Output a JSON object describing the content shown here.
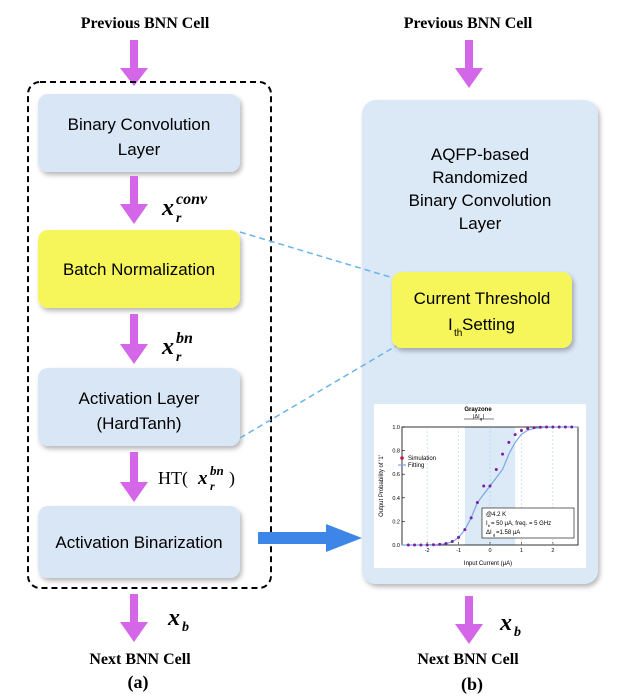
{
  "left_panel": {
    "top_label": "Previous BNN Cell",
    "bottom_label": "Next BNN Cell",
    "caption": "(a)",
    "boxes": {
      "conv": [
        "Binary Convolution",
        "Layer"
      ],
      "bn": [
        "Batch Normalization"
      ],
      "act": [
        "Activation Layer",
        "(HardTanh)"
      ],
      "bin": [
        "Activation Binarization"
      ]
    },
    "math": {
      "x_conv_base": "x",
      "x_conv_sup": "conv",
      "x_conv_sub": "r",
      "x_bn_base": "x",
      "x_bn_sup": "bn",
      "x_bn_sub": "r",
      "ht_prefix": "HT(",
      "ht_base": "x",
      "ht_sup": "bn",
      "ht_sub": "r",
      "ht_suffix": ")",
      "xb_base": "x",
      "xb_sub": "b"
    }
  },
  "right_panel": {
    "top_label": "Previous BNN Cell",
    "bottom_label": "Next BNN Cell",
    "caption": "(b)",
    "title_lines": [
      "AQFP-based",
      "Randomized",
      "Binary Convolution",
      "Layer"
    ],
    "threshold_box": {
      "line1": "Current Threshold",
      "line2_prefix": "I",
      "line2_sub": "th",
      "line2_suffix": " Setting"
    },
    "math": {
      "xb_base": "x",
      "xb_sub": "b"
    }
  },
  "inset_plot": {
    "grayzone_label": "Grayzone",
    "grayzone_sub": "|ΔI",
    "grayzone_sub2": "g",
    "grayzone_sub3": "|",
    "xlabel": "Input Current (μA)",
    "ylabel": "Output Probability of '1'",
    "legend": [
      "Simulation",
      "Fitting"
    ],
    "annotation": [
      "@4.2 K",
      "I",
      "= 50 μA, freq. = 5 GHz",
      "ΔI",
      "=1.58 μA"
    ],
    "annotation_subs": [
      "b",
      "g"
    ],
    "chart_data": {
      "type": "scatter",
      "x_ticks": [
        -2,
        -1,
        0,
        1,
        2
      ],
      "y_ticks": [
        0.0,
        0.2,
        0.4,
        0.6,
        0.8,
        1.0
      ],
      "y_tick_labels": [
        "0.0",
        "0.2",
        "0.4",
        "0.6",
        "0.8",
        "1.0"
      ],
      "xlim": [
        -2.8,
        2.8
      ],
      "ylim": [
        0,
        1.0
      ],
      "series": [
        {
          "name": "Simulation",
          "x": [
            -2.6,
            -2.4,
            -2.2,
            -2.0,
            -1.8,
            -1.6,
            -1.4,
            -1.2,
            -1.0,
            -0.8,
            -0.6,
            -0.4,
            -0.2,
            0.0,
            0.2,
            0.4,
            0.6,
            0.8,
            1.0,
            1.2,
            1.4,
            1.6,
            1.8,
            2.0,
            2.2,
            2.4,
            2.6
          ],
          "y": [
            0.0,
            0.0,
            0.0,
            0.0,
            0.002,
            0.005,
            0.013,
            0.03,
            0.065,
            0.13,
            0.23,
            0.36,
            0.5,
            0.5,
            0.64,
            0.77,
            0.87,
            0.935,
            0.97,
            0.987,
            0.995,
            0.998,
            1.0,
            1.0,
            1.0,
            1.0,
            1.0
          ]
        },
        {
          "name": "Fitting",
          "x": [
            -2.8,
            -2.4,
            -2.0,
            -1.6,
            -1.4,
            -1.2,
            -1.0,
            -0.8,
            -0.6,
            -0.4,
            -0.2,
            0.0,
            0.2,
            0.4,
            0.6,
            0.8,
            1.0,
            1.2,
            1.4,
            1.6,
            2.0,
            2.4,
            2.8
          ],
          "y": [
            0.0,
            0.0,
            0.001,
            0.005,
            0.012,
            0.028,
            0.062,
            0.13,
            0.23,
            0.36,
            0.43,
            0.5,
            0.57,
            0.64,
            0.77,
            0.87,
            0.938,
            0.972,
            0.988,
            0.995,
            0.999,
            1.0,
            1.0
          ]
        }
      ]
    }
  },
  "colors": {
    "arrow": "#d466e8",
    "box_blue": "#d9e6f5",
    "box_yellow": "#f6f65a",
    "big_panel": "#dbe8f6",
    "main_arrow": "#3d86e8",
    "dashed_link": "#6ab4ea"
  }
}
